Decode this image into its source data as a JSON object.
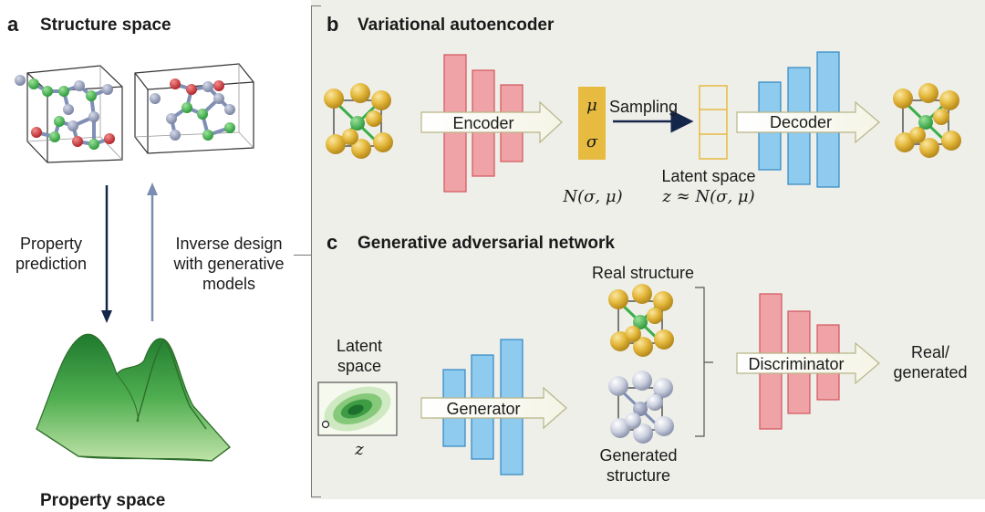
{
  "panel_a": {
    "letter": "a",
    "title": "Structure space",
    "bottom_title": "Property space",
    "down_arrow_label": [
      "Property",
      "prediction"
    ],
    "up_arrow_label": [
      "Inverse design",
      "with generative",
      "models"
    ]
  },
  "panel_b": {
    "letter": "b",
    "title": "Variational autoencoder",
    "encoder_label": "Encoder",
    "mu_symbol": "μ",
    "sigma_symbol": "σ",
    "sampling_label": "Sampling",
    "decoder_label": "Decoder",
    "normal_label": "N(σ, μ)",
    "latent_label": "Latent space",
    "latent_eq": "z ≈ N(σ, μ)"
  },
  "panel_c": {
    "letter": "c",
    "title": "Generative adversarial network",
    "latent_label": [
      "Latent",
      "space"
    ],
    "z_label": "z",
    "generator_label": "Generator",
    "real_structure": "Real structure",
    "generated_structure": [
      "Generated",
      "structure"
    ],
    "discriminator_label": "Discriminator",
    "output_label": [
      "Real/",
      "generated"
    ]
  },
  "colors": {
    "encoder_red": "#f0a3a6",
    "encoder_red_stroke": "#d2545c",
    "decoder_blue": "#8fcbee",
    "decoder_blue_stroke": "#2f86c3",
    "latent_gold": "#e6bb40",
    "atom_gold": "#e3b73a",
    "atom_green": "#3cae49",
    "atom_red": "#d4363b",
    "atom_grey": "#9aa3bd",
    "arrow_dark": "#14264a",
    "arrow_light": "#7a8db0",
    "surface_green": "#5dbb5a"
  }
}
